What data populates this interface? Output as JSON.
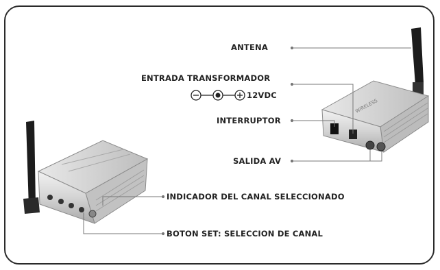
{
  "labels": {
    "antena": "ANTENA",
    "entrada_transformador": "ENTRADA TRANSFORMADOR",
    "voltage": "12VDC",
    "interruptor": "INTERRUPTOR",
    "salida_av": "SALIDA AV",
    "indicador_canal": "INDICADOR DEL CANAL SELECCIONADO",
    "boton_set": "BOTON SET: SELECCION DE CANAL"
  },
  "colors": {
    "frame": "#2b2b2b",
    "leader": "#777777",
    "device_body": "#d9d9d9",
    "antenna": "#1c1c1c"
  }
}
